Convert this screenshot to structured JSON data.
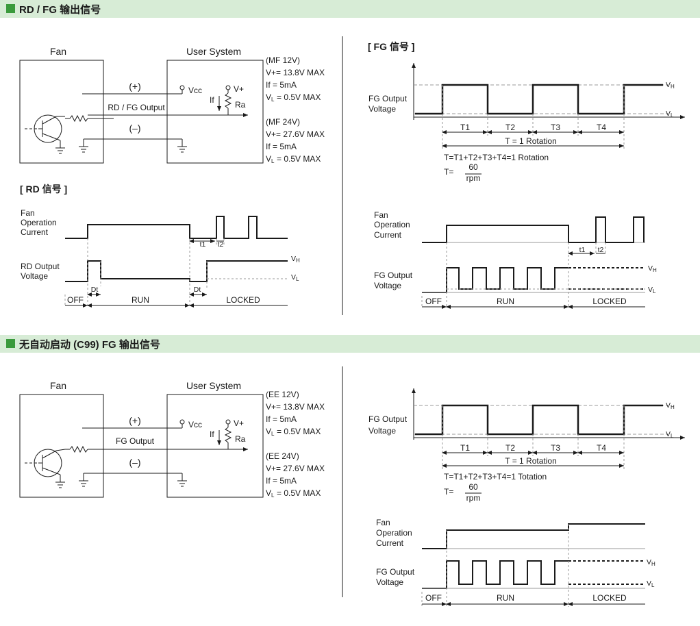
{
  "section1": {
    "title": "RD / FG 输出信号"
  },
  "section2": {
    "title": "无自动启动 (C99) FG 输出信号"
  },
  "circuit1": {
    "fan_label": "Fan",
    "user_label": "User System",
    "plus": "(+)",
    "minus": "(–)",
    "signal_label": "RD / FG Output",
    "vcc": "Vcc",
    "vplus": "V+",
    "if_label": "If",
    "ra": "Ra",
    "spec_a": [
      "(MF 12V)",
      "V+= 13.8V MAX",
      "If   = 5mA",
      "= 0.5V MAX"
    ],
    "spec_b": [
      "(MF 24V)",
      "V+= 27.6V MAX",
      "If   = 5mA",
      "= 0.5V MAX"
    ]
  },
  "circuit2": {
    "fan_label": "Fan",
    "user_label": "User System",
    "plus": "(+)",
    "minus": "(–)",
    "signal_label": "FG Output",
    "vcc": "Vcc",
    "vplus": "V+",
    "if_label": "If",
    "ra": "Ra",
    "spec_a": [
      "(EE 12V)",
      "V+= 13.8V MAX",
      "If   = 5mA",
      "= 0.5V MAX"
    ],
    "spec_b": [
      "(EE 24V)",
      "V+= 27.6V MAX",
      "If   = 5mA",
      "= 0.5V MAX"
    ]
  },
  "rd_timing": {
    "heading": "[ RD 信号 ]",
    "fan_current": [
      "Fan",
      "Operation",
      "Current"
    ],
    "rd_voltage": [
      "RD Output",
      "Voltage"
    ],
    "t1": "t1",
    "t2": "t2",
    "dt": "Dt",
    "off": "OFF",
    "run": "RUN",
    "locked": "LOCKED",
    "vh": "V",
    "vh_sub": "H",
    "vl": "V",
    "vl_sub": "L"
  },
  "fg_signal": {
    "heading": "[ FG 信号 ]",
    "output_voltage": [
      "FG Output",
      "Voltage"
    ],
    "periods": [
      "T1",
      "T2",
      "T3",
      "T4"
    ],
    "rotation": "T = 1 Rotation",
    "formula1": "T=T1+T2+T3+T4=1 Rotation",
    "formula2_prefix": "T=",
    "formula2_num": "60",
    "formula2_den": "rpm",
    "vh": "V",
    "vh_sub": "H",
    "vl": "V",
    "vl_sub": "L"
  },
  "fg_timing": {
    "fan_current": [
      "Fan",
      "Operation",
      "Current"
    ],
    "fg_voltage": [
      "FG Output",
      "Voltage"
    ],
    "t1": "t1",
    "t2": "t2",
    "off": "OFF",
    "run": "RUN",
    "locked": "LOCKED",
    "vh": "V",
    "vh_sub": "H",
    "vl": "V",
    "vl_sub": "L"
  },
  "fg_signal2": {
    "output_voltage": [
      "FG Output",
      "Voltage"
    ],
    "periods": [
      "T1",
      "T2",
      "T3",
      "T4"
    ],
    "rotation": "T = 1 Rotation",
    "formula1": "T=T1+T2+T3+T4=1 Totation",
    "formula2_prefix": "T=",
    "formula2_num": "60",
    "formula2_den": "rpm",
    "vh": "V",
    "vh_sub": "H",
    "vl": "V",
    "vl_sub": "L"
  },
  "fg_timing2": {
    "fan_current": [
      "Fan",
      "Operation",
      "Current"
    ],
    "fg_voltage": [
      "FG Output",
      "Voltage"
    ],
    "off": "OFF",
    "run": "RUN",
    "locked": "LOCKED",
    "vh": "V",
    "vh_sub": "H",
    "vl": "V",
    "vl_sub": "L"
  },
  "colors": {
    "band": "#d7ecd6",
    "band_square": "#3a9a3c",
    "ink": "#1a1a1a",
    "guide": "#999999"
  }
}
